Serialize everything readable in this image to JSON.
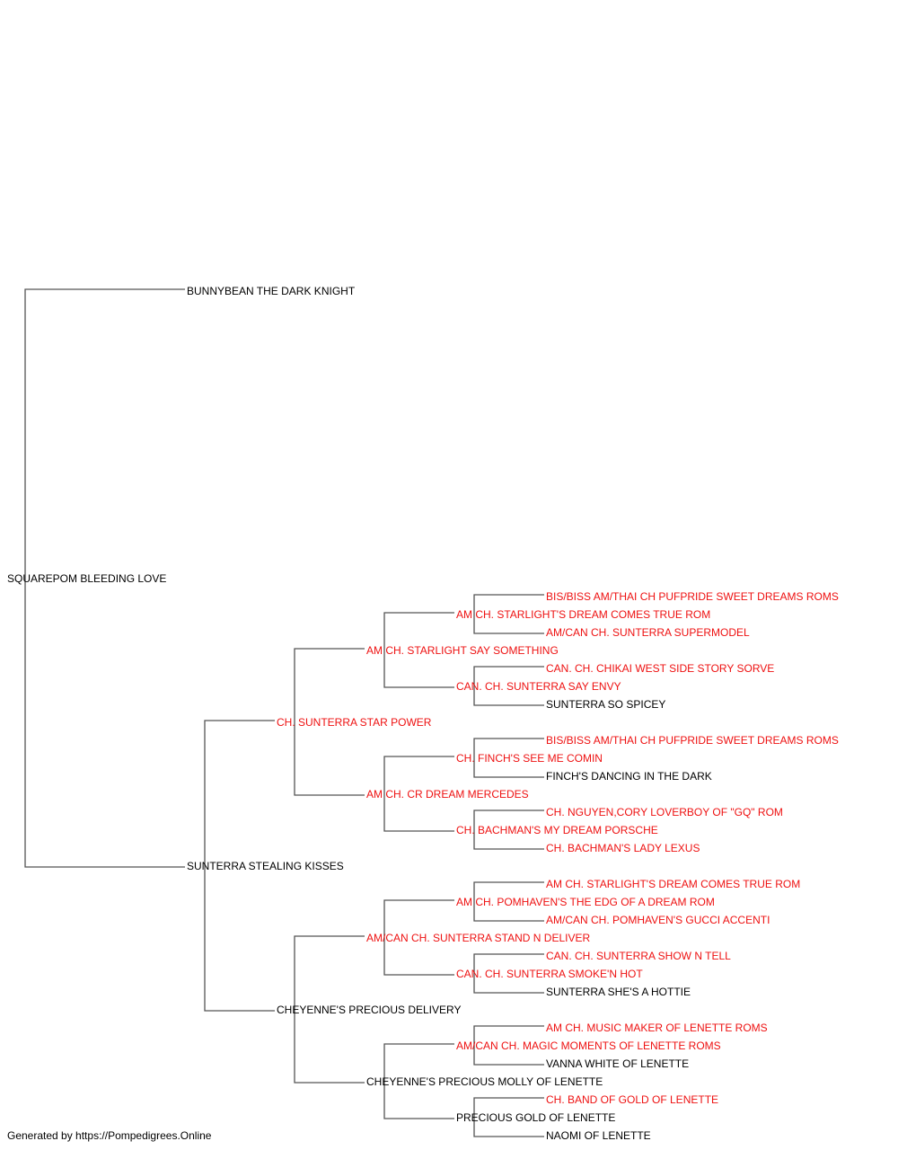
{
  "colors": {
    "champion": "#ee1111",
    "regular": "#000000",
    "line": "#555555"
  },
  "pedigree": {
    "subject": "SQUAREPOM BLEEDING LOVE",
    "sire": "BUNNYBEAN THE DARK KNIGHT",
    "dam": "SUNTERRA STEALING KISSES",
    "dam_sire": "CH. SUNTERRA STAR POWER",
    "dam_dam": "CHEYENNE'S PRECIOUS DELIVERY",
    "g3": [
      "AM CH. STARLIGHT SAY SOMETHING",
      "AM CH. CR DREAM MERCEDES",
      "AM/CAN CH. SUNTERRA STAND N DELIVER",
      "CHEYENNE'S PRECIOUS MOLLY OF LENETTE"
    ],
    "g4": [
      "AM CH. STARLIGHT'S DREAM COMES TRUE ROM",
      "CAN. CH. SUNTERRA SAY ENVY",
      "CH. FINCH'S SEE ME COMIN",
      "CH. BACHMAN'S MY DREAM PORSCHE",
      "AM CH. POMHAVEN'S THE EDG OF A DREAM ROM",
      "CAN. CH. SUNTERRA SMOKE'N HOT",
      "AM/CAN CH. MAGIC MOMENTS OF LENETTE ROMS",
      "PRECIOUS GOLD OF LENETTE"
    ],
    "g5": [
      "BIS/BISS AM/THAI CH PUFPRIDE SWEET DREAMS ROMS",
      "AM/CAN CH. SUNTERRA SUPERMODEL",
      "CAN. CH. CHIKAI WEST SIDE STORY SORVE",
      "SUNTERRA SO SPICEY",
      "BIS/BISS AM/THAI CH PUFPRIDE SWEET DREAMS ROMS",
      "FINCH'S DANCING IN THE DARK",
      "CH. NGUYEN,CORY LOVERBOY OF \"GQ\" ROM",
      "CH. BACHMAN'S LADY LEXUS",
      "AM CH. STARLIGHT'S DREAM COMES TRUE ROM",
      "AM/CAN CH. POMHAVEN'S GUCCI ACCENTI",
      "CAN. CH. SUNTERRA SHOW N TELL",
      "SUNTERRA SHE'S A HOTTIE",
      "AM CH. MUSIC MAKER OF LENETTE ROMS",
      "VANNA WHITE OF LENETTE",
      "CH. BAND OF GOLD OF LENETTE",
      "NAOMI OF LENETTE"
    ]
  },
  "footer": "Generated by https://Pompedigrees.Online"
}
